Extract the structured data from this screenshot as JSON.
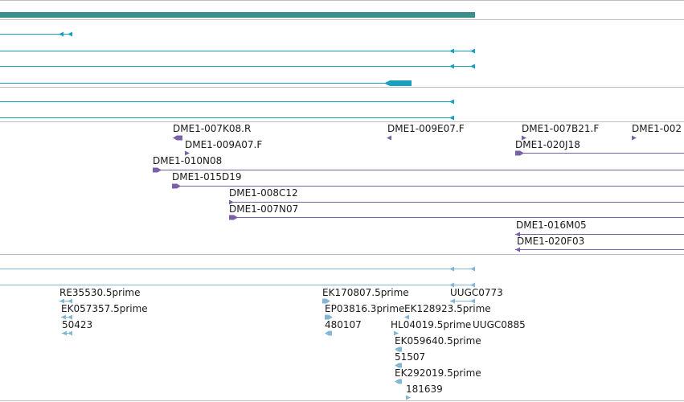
{
  "colors": {
    "separator": "#bdbdbd",
    "gene_model": "#3a8f8c",
    "transcript": "#1aa0bf",
    "clone": "#7b5fa8",
    "est": "#84b7d6"
  },
  "tracks": {
    "clone_labels": [
      "DME1-007K08.R",
      "DME1-009E07.F",
      "DME1-007B21.F",
      "DME1-002",
      "DME1-009A07.F",
      "DME1-020J18",
      "DME1-010N08",
      "DME1-015D19",
      "DME1-008C12",
      "DME1-007N07",
      "DME1-016M05",
      "DME1-020F03"
    ],
    "est_labels": [
      "RE35530.5prime",
      "EK170807.5prime",
      "UUGC0773",
      "EK057357.5prime",
      "EP03816.3prime",
      "EK128923.5prime",
      "50423",
      "480107",
      "HL04019.5prime",
      "UUGC0885",
      "EK059640.5prime",
      "51507",
      "EK292019.5prime",
      "181639"
    ]
  }
}
